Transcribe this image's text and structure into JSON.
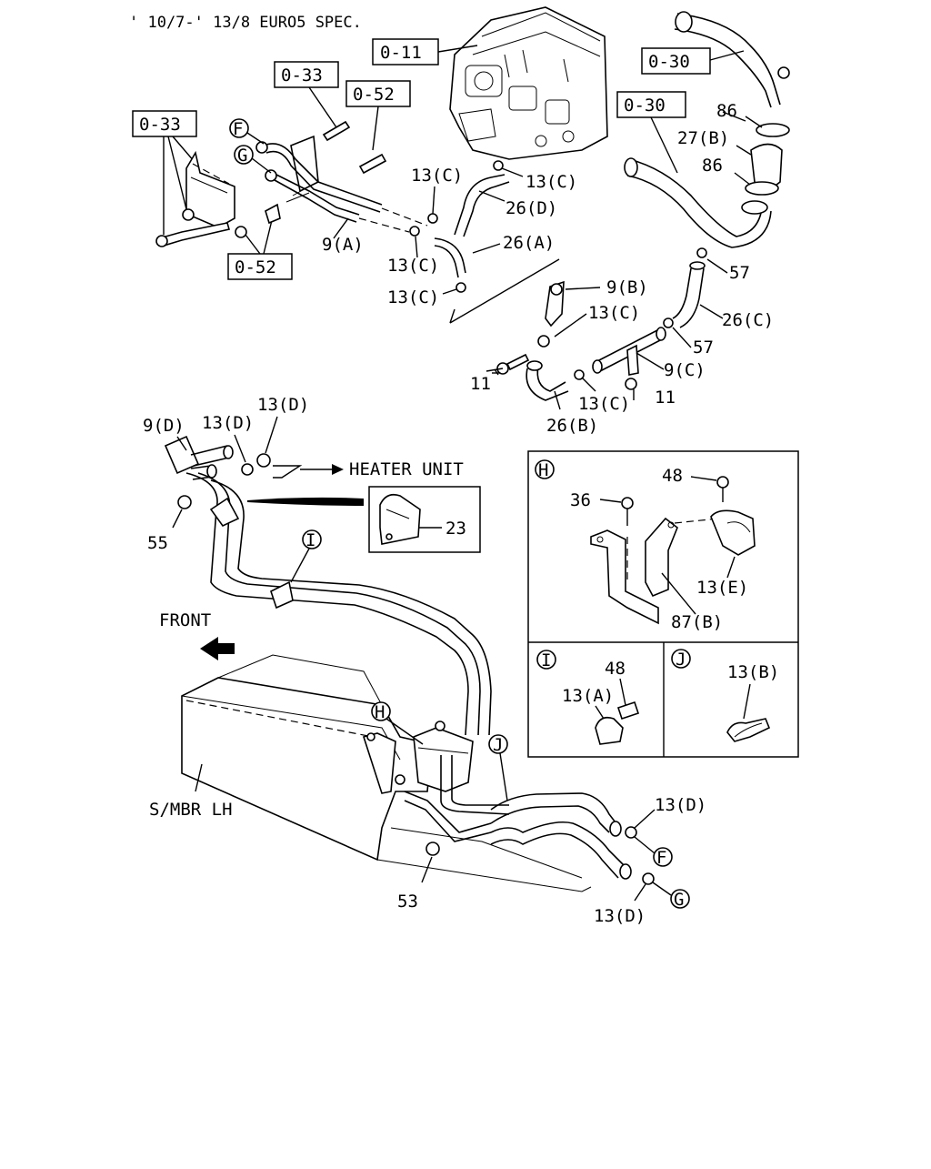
{
  "header": {
    "title": "' 10/7-' 13/8 EURO5 SPEC."
  },
  "refs": {
    "r011": "0-11",
    "r033a": "0-33",
    "r052a": "0-52",
    "r033b": "0-33",
    "r052b": "0-52",
    "r030a": "0-30",
    "r030b": "0-30"
  },
  "circles": {
    "F1": "F",
    "G1": "G",
    "H": "H",
    "I": "I",
    "F2": "F",
    "G2": "G",
    "Hbox": "H",
    "Ibox": "I",
    "Jbox": "J",
    "J": "J"
  },
  "parts": {
    "p86a": "86",
    "p27b": "27(B)",
    "p86b": "86",
    "p13c1": "13(C)",
    "p13c2": "13(C)",
    "p26d": "26(D)",
    "p9a": "9(A)",
    "p13c3": "13(C)",
    "p26a": "26(A)",
    "p13c4": "13(C)",
    "p57a": "57",
    "p9b": "9(B)",
    "p13c5": "13(C)",
    "p26c": "26(C)",
    "p57b": "57",
    "p11a": "11",
    "p9c": "9(C)",
    "p13c6": "13(C)",
    "p11b": "11",
    "p26b": "26(B)",
    "p9d": "9(D)",
    "p13d1": "13(D)",
    "p13d2": "13(D)",
    "heater": "HEATER UNIT",
    "p55": "55",
    "p23": "23",
    "front": "FRONT",
    "p48h": "48",
    "p36": "36",
    "p13e": "13(E)",
    "p87b": "87(B)",
    "p48i": "48",
    "p13a": "13(A)",
    "p13b": "13(B)",
    "smbr": "S/MBR LH",
    "p13d3": "13(D)",
    "p53": "53",
    "p13d4": "13(D)"
  }
}
